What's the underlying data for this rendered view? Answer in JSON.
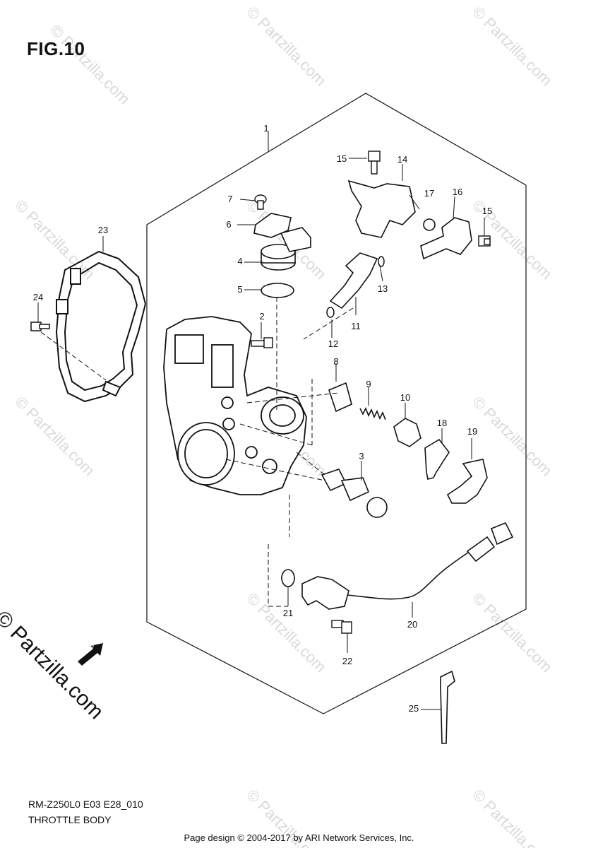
{
  "figure": {
    "title": "FIG.10"
  },
  "diagram": {
    "model_code": "RM-Z250L0 E03 E28_010",
    "section_name": "THROTTLE BODY",
    "callouts": [
      "1",
      "2",
      "3",
      "4",
      "5",
      "6",
      "7",
      "8",
      "9",
      "10",
      "11",
      "12",
      "13",
      "14",
      "15",
      "15",
      "16",
      "17",
      "18",
      "19",
      "20",
      "21",
      "22",
      "23",
      "24",
      "25"
    ],
    "fwd_label": "FWD"
  },
  "branding": {
    "side_logo": "© Partzilla.com",
    "watermark_text": "© Partzilla.com",
    "watermark_color": "#d9d9d9"
  },
  "footer": {
    "copyright": "Page design © 2004-2017 by ARI Network Services, Inc."
  }
}
